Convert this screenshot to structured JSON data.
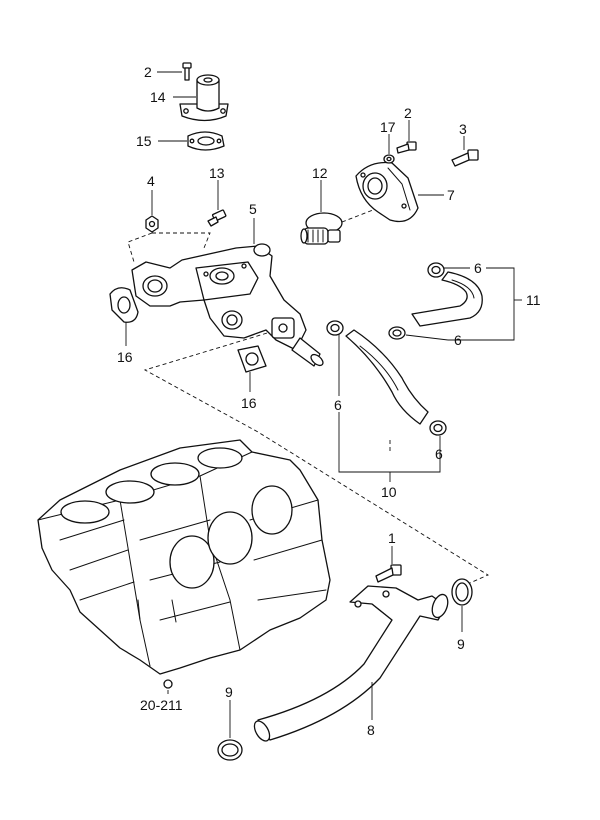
{
  "colors": {
    "line": "#111111",
    "background": "#ffffff"
  },
  "callouts": [
    {
      "id": "label-2-top",
      "text": "2"
    },
    {
      "id": "label-14",
      "text": "14"
    },
    {
      "id": "label-15",
      "text": "15"
    },
    {
      "id": "label-4",
      "text": "4"
    },
    {
      "id": "label-13",
      "text": "13"
    },
    {
      "id": "label-5",
      "text": "5"
    },
    {
      "id": "label-12",
      "text": "12"
    },
    {
      "id": "label-17",
      "text": "17"
    },
    {
      "id": "label-2-right",
      "text": "2"
    },
    {
      "id": "label-3",
      "text": "3"
    },
    {
      "id": "label-7",
      "text": "7"
    },
    {
      "id": "label-6-a",
      "text": "6"
    },
    {
      "id": "label-11",
      "text": "11"
    },
    {
      "id": "label-6-b",
      "text": "6"
    },
    {
      "id": "label-16-left",
      "text": "16"
    },
    {
      "id": "label-16-center",
      "text": "16"
    },
    {
      "id": "label-6-c",
      "text": "6"
    },
    {
      "id": "label-6-d",
      "text": "6"
    },
    {
      "id": "label-10",
      "text": "10"
    },
    {
      "id": "label-1",
      "text": "1"
    },
    {
      "id": "label-9-right",
      "text": "9"
    },
    {
      "id": "label-20-211",
      "text": "20-211"
    },
    {
      "id": "label-9-left",
      "text": "9"
    },
    {
      "id": "label-8",
      "text": "8"
    }
  ]
}
